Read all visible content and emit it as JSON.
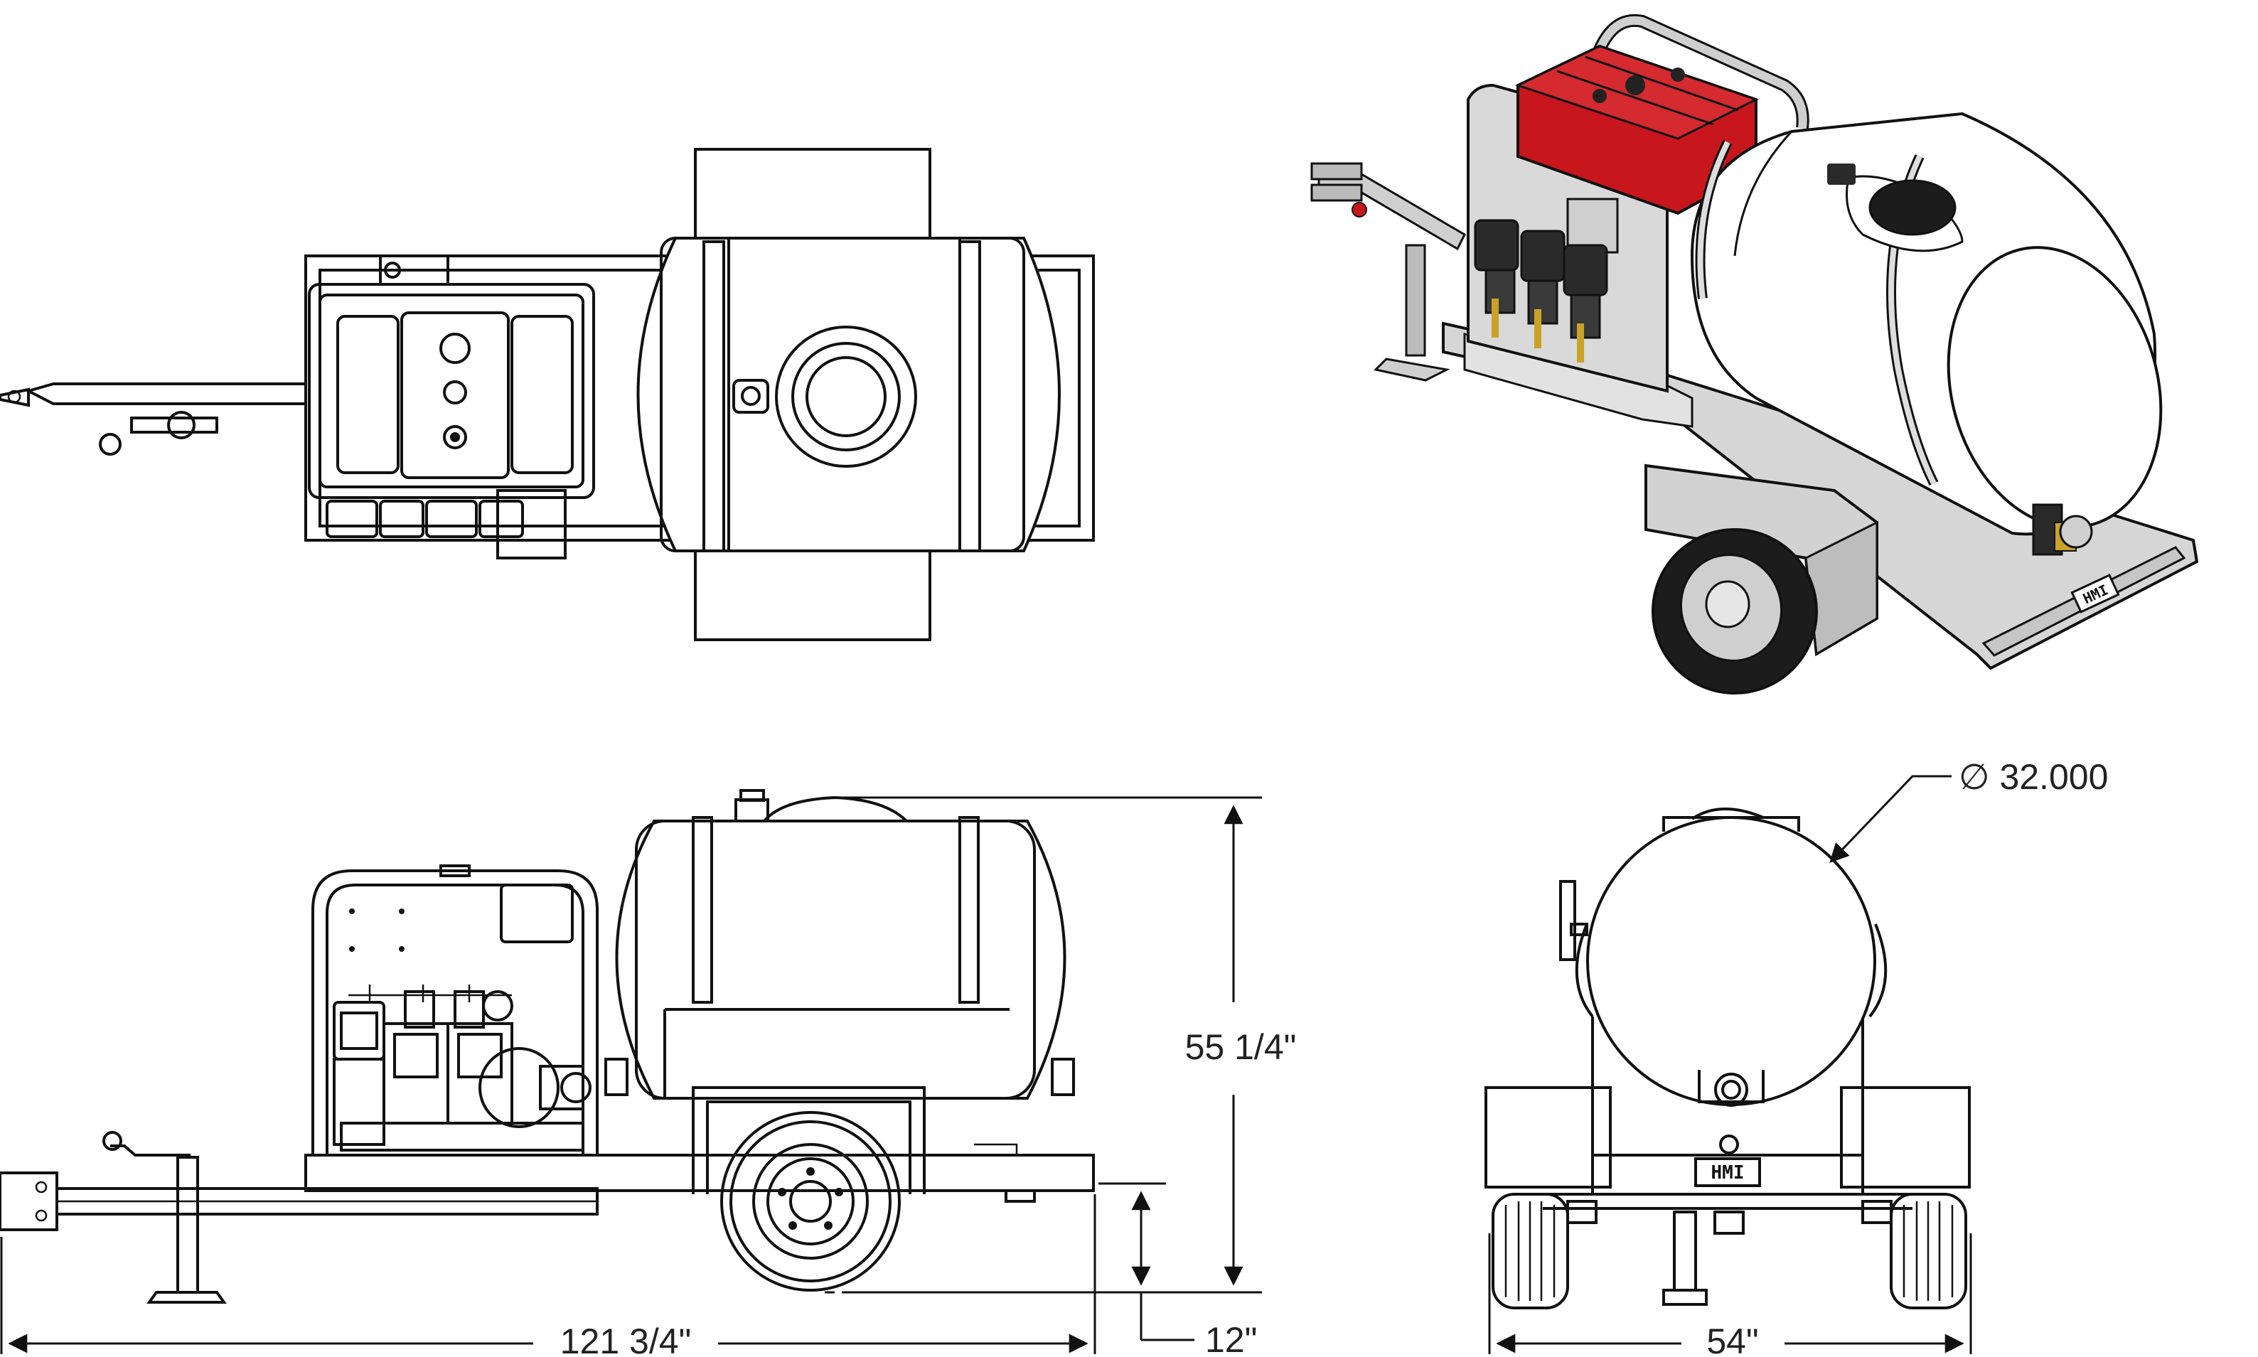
{
  "dimensions": {
    "overall_length": "121 3/4\"",
    "overall_height": "55 1/4\"",
    "ground_clearance": "12\"",
    "overall_width": "54\"",
    "tank_diameter": "∅ 32.000"
  },
  "branding": {
    "rear_plate": "HMI",
    "iso_plate": "HMI"
  },
  "colors": {
    "engine_red": "#c8161d",
    "frame_gray": "#cfcfcf",
    "tank_white": "#ffffff",
    "tire_black": "#1c1c1c",
    "line": "#111111"
  }
}
